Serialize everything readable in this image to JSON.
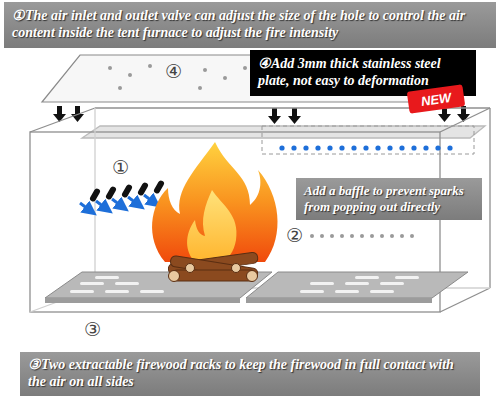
{
  "diagram": {
    "nodes": [
      {
        "text": [
          "①The air inlet and outlet valve can adjust the size of the hole to control the air content inside the tent furnace to adjust the fire intensity"
        ]
      },
      {
        "text": [
          "④Add 3mm thick stainless steel plate, not easy to deformation"
        ]
      },
      {
        "text": [
          "NEW"
        ]
      },
      {
        "text": [
          "Add a baffle to prevent sparks from popping out directly"
        ]
      },
      {
        "text": [
          "③Two extractable firewood racks to keep the firewood in full contact with the air on all sides"
        ]
      }
    ],
    "labels": [
      "④",
      "①",
      "②",
      "③"
    ]
  }
}
